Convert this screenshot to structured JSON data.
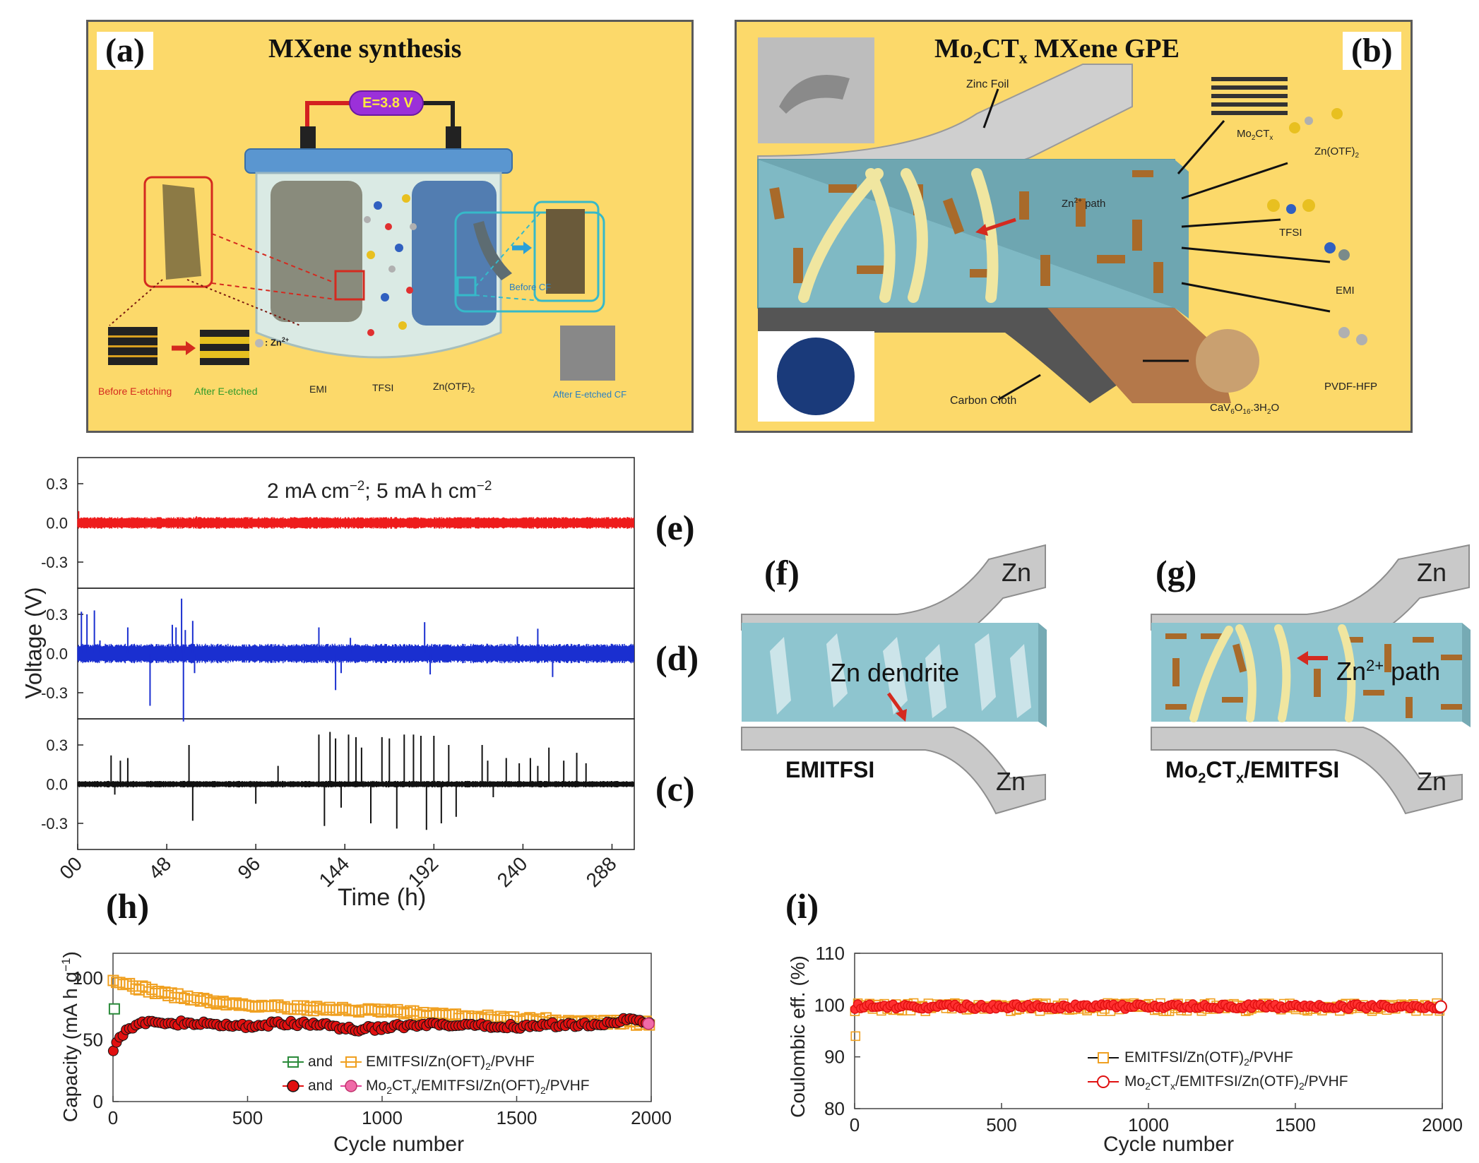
{
  "panel_a": {
    "tag": "(a)",
    "title": "MXene synthesis",
    "voltage": "E=3.8 V",
    "labels": {
      "before_etching": "Before E-etching",
      "after_etched": "After E-etched",
      "zn_ion": ": Zn",
      "zn_ion_sup": "2+",
      "emi": "EMI",
      "tfsi": "TFSI",
      "zn_otf": "Zn(OTF)",
      "zn_otf_sub": "2",
      "before_cf": "Before CF",
      "after_cf": "After E-etched CF"
    },
    "colors": {
      "background": "#fcd96a",
      "cell_lid": "#5a96d0",
      "before": "#d42a1f",
      "after": "#2f9a2a",
      "cf_text": "#2a7fc0"
    }
  },
  "panel_b": {
    "tag": "(b)",
    "title_pre": "Mo",
    "title_sub1": "2",
    "title_mid": "CT",
    "title_sub2": "x",
    "title_post": " MXene GPE",
    "labels": {
      "zinc_foil": "Zinc Foil",
      "mo2ctx": "Mo",
      "mo2ctx_sub": "2",
      "mo2ctx_mid": "CT",
      "mo2ctx_sub2": "x",
      "zn_otf": "Zn(OTF)",
      "zn_otf_sub": "2",
      "zn_path": "Zn",
      "zn_path_sup": "2+",
      "zn_path_post": " path",
      "tfsi": "TFSI",
      "emi": "EMI",
      "pvdf": "PVDF-HFP",
      "carbon_cloth": "Carbon Cloth",
      "cathode_pre": "CaV",
      "cathode_sub1": "6",
      "cathode_mid": "O",
      "cathode_sub2": "16",
      "cathode_post": ".3H",
      "cathode_sub3": "2",
      "cathode_end": "O"
    },
    "colors": {
      "background": "#fcd96a",
      "gel": "#7fb9c4",
      "flake": "#a86a2a",
      "copper": "#b4784a"
    }
  },
  "panel_f": {
    "tag": "(f)",
    "zn_top": "Zn",
    "zn_bottom": "Zn",
    "annotation": "Zn dendrite",
    "label": "EMITFSI"
  },
  "panel_g": {
    "tag": "(g)",
    "zn_top": "Zn",
    "zn_bottom": "Zn",
    "annotation_pre": "Zn",
    "annotation_sup": "2+",
    "annotation_post": " path",
    "label_pre": "Mo",
    "label_sub1": "2",
    "label_mid": "CT",
    "label_sub2": "x",
    "label_post": "/EMITFSI"
  },
  "chart_data": [
    {
      "id": "voltage-profiles",
      "type": "line",
      "condition_text": "2 mA cm",
      "condition_sup1": "−2",
      "condition_mid": "; 5 mA h cm",
      "condition_sup2": "−2",
      "xlabel": "Time (h)",
      "ylabel": "Voltage (V)",
      "xlim": [
        0,
        300
      ],
      "ylim_each": [
        -0.5,
        0.5
      ],
      "x_ticks": [
        "00",
        "48",
        "96",
        "144",
        "192",
        "240",
        "288"
      ],
      "y_ticks": [
        "0.3",
        "0.0",
        "-0.3"
      ],
      "series": [
        {
          "tag": "(e)",
          "color": "#ee1c1c",
          "baseline_amplitude": 0.045,
          "spikes": [
            [
              0.5,
              0.09
            ],
            [
              64,
              0.05
            ]
          ]
        },
        {
          "tag": "(d)",
          "color": "#1a2fd0",
          "baseline_amplitude": 0.075,
          "spikes": [
            [
              2,
              0.32
            ],
            [
              5,
              0.3
            ],
            [
              9,
              0.33
            ],
            [
              12,
              0.1
            ],
            [
              27,
              0.2
            ],
            [
              39,
              -0.4
            ],
            [
              51,
              0.22
            ],
            [
              53,
              0.2
            ],
            [
              56,
              0.42
            ],
            [
              57,
              -0.52
            ],
            [
              58,
              0.18
            ],
            [
              62,
              0.25
            ],
            [
              63,
              -0.15
            ],
            [
              130,
              0.2
            ],
            [
              139,
              -0.28
            ],
            [
              142,
              -0.15
            ],
            [
              147,
              0.12
            ],
            [
              187,
              0.24
            ],
            [
              190,
              -0.16
            ],
            [
              237,
              0.13
            ],
            [
              248,
              0.19
            ],
            [
              256,
              -0.18
            ]
          ]
        },
        {
          "tag": "(c)",
          "color": "#111111",
          "baseline_amplitude": 0.025,
          "spikes": [
            [
              18,
              0.22
            ],
            [
              20,
              -0.08
            ],
            [
              23,
              0.18
            ],
            [
              27,
              0.2
            ],
            [
              60,
              0.3
            ],
            [
              62,
              -0.28
            ],
            [
              96,
              -0.15
            ],
            [
              108,
              0.14
            ],
            [
              130,
              0.38
            ],
            [
              133,
              -0.32
            ],
            [
              136,
              0.4
            ],
            [
              139,
              0.35
            ],
            [
              142,
              -0.18
            ],
            [
              146,
              0.38
            ],
            [
              150,
              0.36
            ],
            [
              153,
              0.28
            ],
            [
              158,
              -0.3
            ],
            [
              164,
              0.36
            ],
            [
              168,
              0.35
            ],
            [
              172,
              -0.34
            ],
            [
              176,
              0.38
            ],
            [
              181,
              0.38
            ],
            [
              185,
              0.37
            ],
            [
              188,
              -0.35
            ],
            [
              192,
              0.37
            ],
            [
              196,
              -0.3
            ],
            [
              200,
              0.3
            ],
            [
              204,
              -0.25
            ],
            [
              218,
              0.3
            ],
            [
              221,
              0.18
            ],
            [
              224,
              -0.1
            ],
            [
              231,
              0.2
            ],
            [
              238,
              0.16
            ],
            [
              244,
              0.2
            ],
            [
              248,
              0.14
            ],
            [
              254,
              0.28
            ],
            [
              262,
              0.18
            ],
            [
              269,
              0.24
            ],
            [
              274,
              0.16
            ]
          ]
        }
      ]
    },
    {
      "id": "capacity",
      "tag": "(h)",
      "type": "scatter",
      "xlabel": "Cycle number",
      "ylabel_pre": "Capacity (mA h g",
      "ylabel_sup": "−1",
      "ylabel_post": ")",
      "xlim": [
        0,
        2000
      ],
      "ylim": [
        0,
        120
      ],
      "x_ticks": [
        "0",
        "500",
        "1000",
        "1500",
        "2000"
      ],
      "y_ticks": [
        "0",
        "50",
        "100"
      ],
      "series": [
        {
          "legend_and": "and",
          "legend_pre": "EMITFSI/Zn(OFT)",
          "legend_sub": "2",
          "legend_post": "/PVHF",
          "color": "#f0a020",
          "marker": "open-square",
          "x": [
            1,
            20,
            50,
            100,
            200,
            300,
            400,
            500,
            600,
            700,
            800,
            900,
            1000,
            1100,
            1200,
            1300,
            1400,
            1500,
            1600,
            1700,
            1800,
            1900,
            2000
          ],
          "values": [
            100,
            97,
            95,
            92,
            87,
            83,
            80,
            78,
            77,
            76,
            75,
            74,
            73,
            72,
            70,
            69,
            68,
            67,
            66,
            65,
            64,
            64,
            63
          ]
        },
        {
          "legend_and": "and",
          "legend_pre": "Mo",
          "legend_sub": "2",
          "legend_mid": "CT",
          "legend_sub2": "x",
          "legend_post": "/EMITFSI/Zn(OFT)",
          "legend_sub3": "2",
          "legend_post2": "/PVHF",
          "color": "#e01010",
          "marker": "filled-circle",
          "x": [
            1,
            20,
            50,
            100,
            200,
            300,
            400,
            500,
            600,
            700,
            800,
            900,
            1000,
            1100,
            1200,
            1300,
            1400,
            1500,
            1600,
            1700,
            1800,
            1900,
            2000
          ],
          "values": [
            43,
            52,
            58,
            63,
            64,
            63,
            62,
            61,
            63,
            63,
            62,
            58,
            60,
            61,
            62,
            61,
            61,
            61,
            62,
            62,
            63,
            66,
            64
          ]
        }
      ]
    },
    {
      "id": "coulombic",
      "tag": "(i)",
      "type": "scatter",
      "xlabel": "Cycle number",
      "ylabel": "Coulombic eff. (%)",
      "xlim": [
        0,
        2000
      ],
      "ylim": [
        80,
        110
      ],
      "x_ticks": [
        "0",
        "500",
        "1000",
        "1500",
        "2000"
      ],
      "y_ticks": [
        "80",
        "90",
        "100",
        "110"
      ],
      "series": [
        {
          "legend_pre": "EMITFSI/Zn(OTF)",
          "legend_sub": "2",
          "legend_post": "/PVHF",
          "color": "#f0a020",
          "marker": "open-square",
          "mean": 99.6
        },
        {
          "legend_pre": "Mo",
          "legend_sub": "2",
          "legend_mid": "CT",
          "legend_sub2": "x",
          "legend_post": "/EMITFSI/Zn(OTF)",
          "legend_sub3": "2",
          "legend_post2": "/PVHF",
          "color": "#e01010",
          "marker": "open-circle",
          "mean": 99.7
        }
      ]
    }
  ]
}
